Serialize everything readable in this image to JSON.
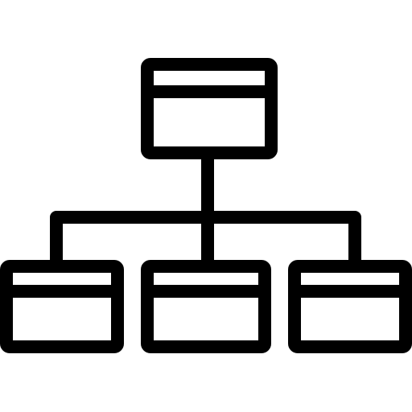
{
  "icon": {
    "name": "hierarchy-structure-icon",
    "stroke_color": "#000000",
    "background_color": "#ffffff"
  },
  "diagram": {
    "type": "tree",
    "root": {
      "name": "root-window"
    },
    "children": [
      {
        "name": "child-window-left"
      },
      {
        "name": "child-window-middle"
      },
      {
        "name": "child-window-right"
      }
    ]
  }
}
